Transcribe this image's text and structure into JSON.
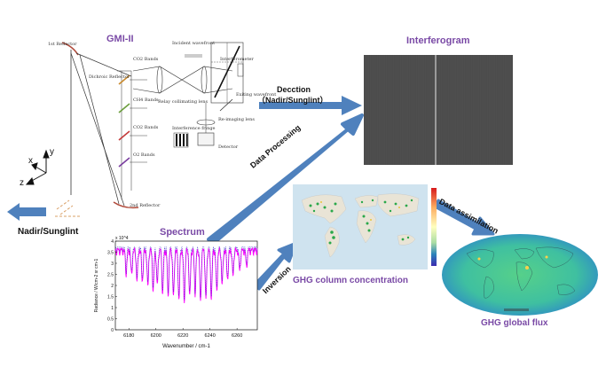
{
  "titles": {
    "gmi": "GMI-II",
    "interferogram": "Interferogram",
    "spectrum": "Spectrum",
    "ghg_column": "GHG column concentration",
    "ghg_flux": "GHG global flux"
  },
  "arrows": {
    "detection_line1": "Decction",
    "detection_line2": "（Nadir/Sunglint）",
    "data_processing": "Data Processing",
    "inversion": "Inversion",
    "data_assimilation": "Data assimilation"
  },
  "nadir_label": "Nadir/Sunglint",
  "axes_labels": {
    "x": "x",
    "y": "y",
    "z": "z"
  },
  "instrument": {
    "reflector_1": "1st Reflector",
    "reflector_2": "2nd Reflector",
    "dichroic": "Dichroic Reflector",
    "bands": [
      "CO2 Bands",
      "CH4 Bands",
      "CO2 Bands",
      "O2 Bands"
    ],
    "incident": "Incident wavefront",
    "interferometer": "Interferometer",
    "collimating": "Relay collimating lens",
    "exiting": "Exiting wavefront",
    "reimaging": "Re-imaging lens",
    "fringes": "Interference fringe",
    "detector": "Detector"
  },
  "colors": {
    "title_purple": "#7a4aa6",
    "arrow_blue": "#4f81bd",
    "spectrum_magenta": "#ff00ff",
    "spectrum_blue": "#1f1fbf",
    "map_ocean": "#cfe3ef",
    "flux_globe": "#3fc0a0"
  },
  "chart_data": {
    "type": "line",
    "xlabel": "Wavenumber / cm-1",
    "ylabel": "Radiance / W/cm-2 sr cm-1",
    "y_multiplier": "x 10^4",
    "xlim": [
      6170,
      6275
    ],
    "ylim": [
      0,
      4
    ],
    "xticks": [
      6180,
      6200,
      6220,
      6240,
      6260
    ],
    "yticks": [
      0,
      0.5,
      1,
      1.5,
      2,
      2.5,
      3,
      3.5,
      4
    ],
    "xtick_labels": [
      "6180",
      "6200",
      "6220",
      "6240",
      "6260"
    ],
    "ytick_labels": [
      "0",
      "0.5",
      "1",
      "1.5",
      "2",
      "2.5",
      "3",
      "3.5",
      "4"
    ],
    "continuum": 3.7,
    "absorption_lines": [
      {
        "x": 6178,
        "depth": 1.0
      },
      {
        "x": 6182,
        "depth": 1.1
      },
      {
        "x": 6186,
        "depth": 1.3
      },
      {
        "x": 6190,
        "depth": 1.4
      },
      {
        "x": 6194,
        "depth": 1.6
      },
      {
        "x": 6198,
        "depth": 1.8
      },
      {
        "x": 6201,
        "depth": 1.6
      },
      {
        "x": 6205,
        "depth": 1.9
      },
      {
        "x": 6209,
        "depth": 2.0
      },
      {
        "x": 6213,
        "depth": 2.1
      },
      {
        "x": 6217,
        "depth": 2.2
      },
      {
        "x": 6221,
        "depth": 2.3
      },
      {
        "x": 6225,
        "depth": 2.1
      },
      {
        "x": 6229,
        "depth": 1.9
      },
      {
        "x": 6233,
        "depth": 2.3
      },
      {
        "x": 6237,
        "depth": 2.2
      },
      {
        "x": 6241,
        "depth": 2.1
      },
      {
        "x": 6245,
        "depth": 1.8
      },
      {
        "x": 6249,
        "depth": 1.5
      },
      {
        "x": 6253,
        "depth": 1.3
      },
      {
        "x": 6257,
        "depth": 1.1
      },
      {
        "x": 6262,
        "depth": 0.9
      },
      {
        "x": 6267,
        "depth": 0.7
      }
    ]
  }
}
